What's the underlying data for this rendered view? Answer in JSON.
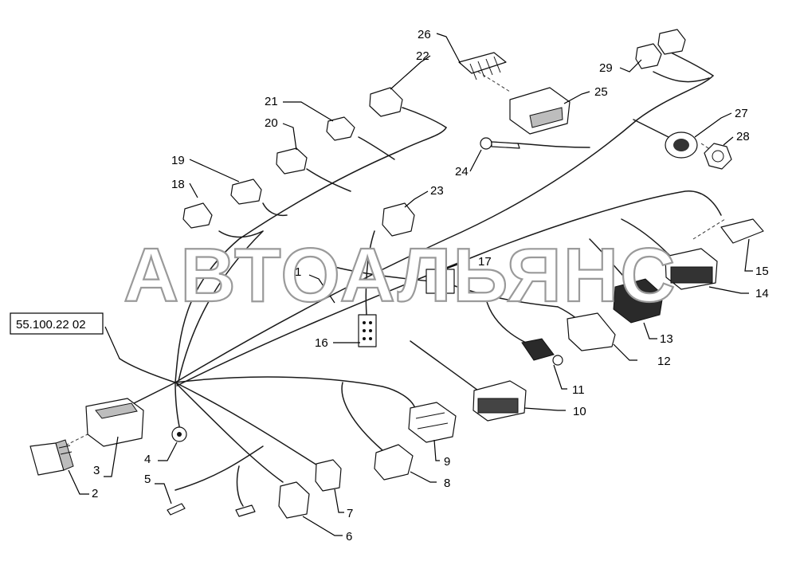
{
  "diagram": {
    "drawing_code": "55.100.22 02",
    "watermark": "АВТОАЛЬЯНС",
    "callouts": [
      "1",
      "2",
      "3",
      "4",
      "5",
      "6",
      "7",
      "8",
      "9",
      "10",
      "11",
      "12",
      "13",
      "14",
      "15",
      "16",
      "17",
      "18",
      "19",
      "20",
      "21",
      "22",
      "23",
      "24",
      "25",
      "26",
      "27",
      "28",
      "29"
    ]
  }
}
